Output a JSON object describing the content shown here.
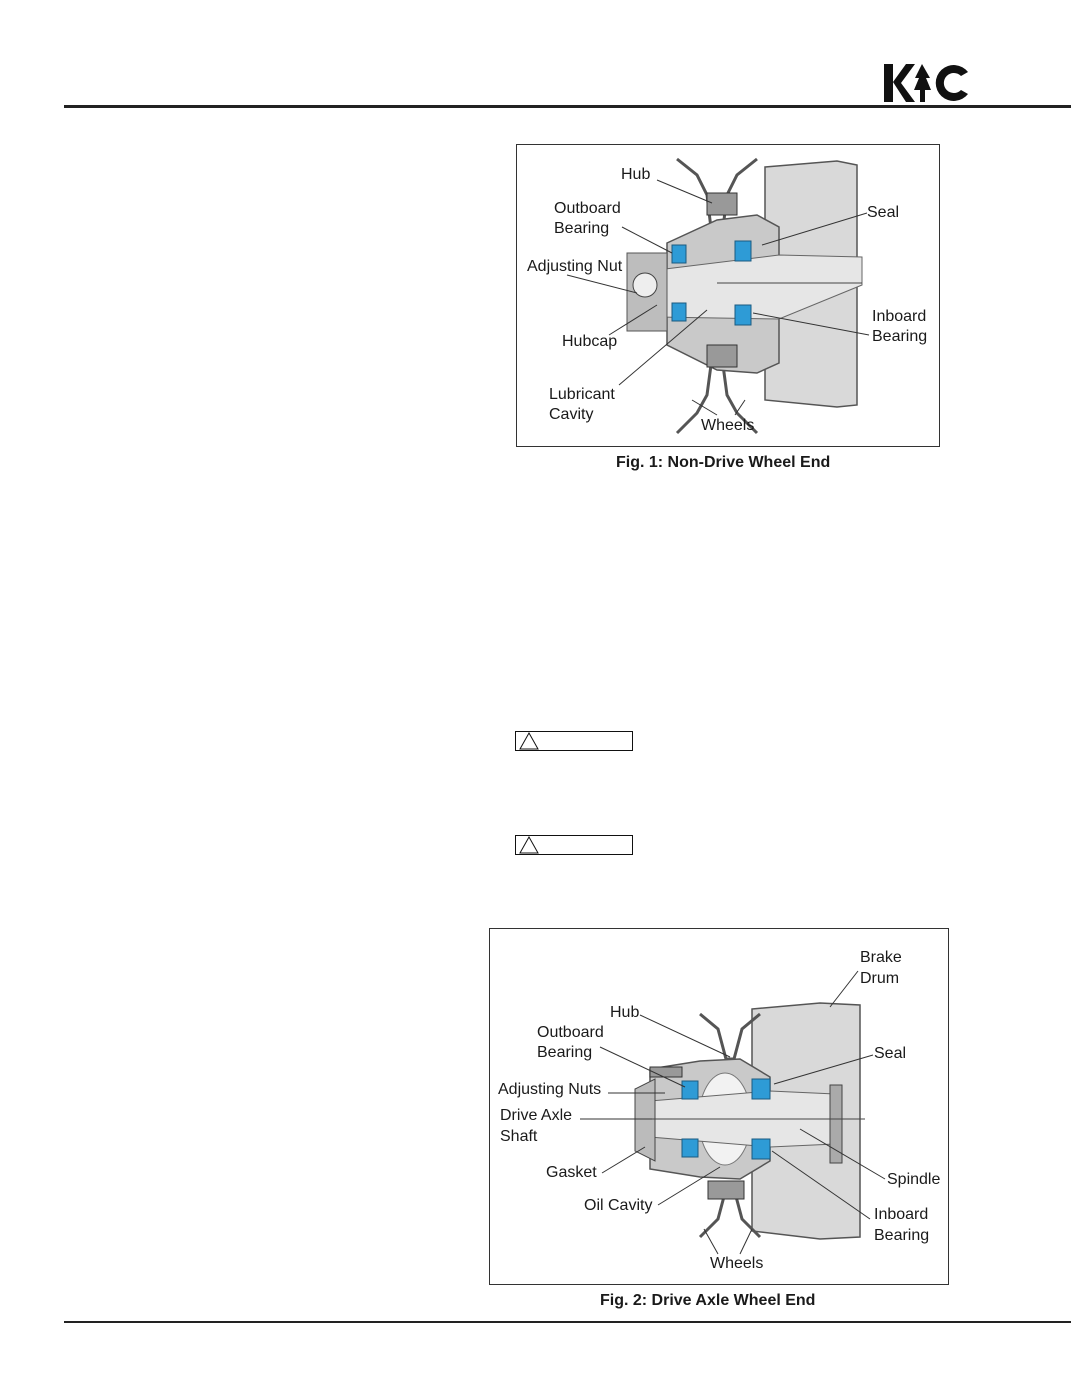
{
  "header": {
    "logo_text": "KIC"
  },
  "figure1": {
    "caption": "Fig. 1: Non-Drive Wheel End",
    "labels": {
      "hub": "Hub",
      "outboard_bearing_1": "Outboard",
      "outboard_bearing_2": "Bearing",
      "adjusting_nut": "Adjusting Nut",
      "seal": "Seal",
      "inboard_bearing_1": "Inboard",
      "inboard_bearing_2": "Bearing",
      "hubcap": "Hubcap",
      "lubricant_cavity_1": "Lubricant",
      "lubricant_cavity_2": "Cavity",
      "wheels": "Wheels"
    }
  },
  "figure2": {
    "caption": "Fig. 2: Drive Axle Wheel End",
    "labels": {
      "brake_drum_1": "Brake",
      "brake_drum_2": "Drum",
      "hub": "Hub",
      "outboard_bearing_1": "Outboard",
      "outboard_bearing_2": "Bearing",
      "seal": "Seal",
      "adjusting_nuts": "Adjusting Nuts",
      "drive_axle_shaft_1": "Drive Axle",
      "drive_axle_shaft_2": "Shaft",
      "gasket": "Gasket",
      "spindle": "Spindle",
      "oil_cavity": "Oil Cavity",
      "inboard_bearing_1": "Inboard",
      "inboard_bearing_2": "Bearing",
      "wheels": "Wheels"
    }
  },
  "colors": {
    "bearing_blue": "#2e9bd6",
    "metal_gray": "#c9c9c9",
    "rule": "#222222"
  }
}
